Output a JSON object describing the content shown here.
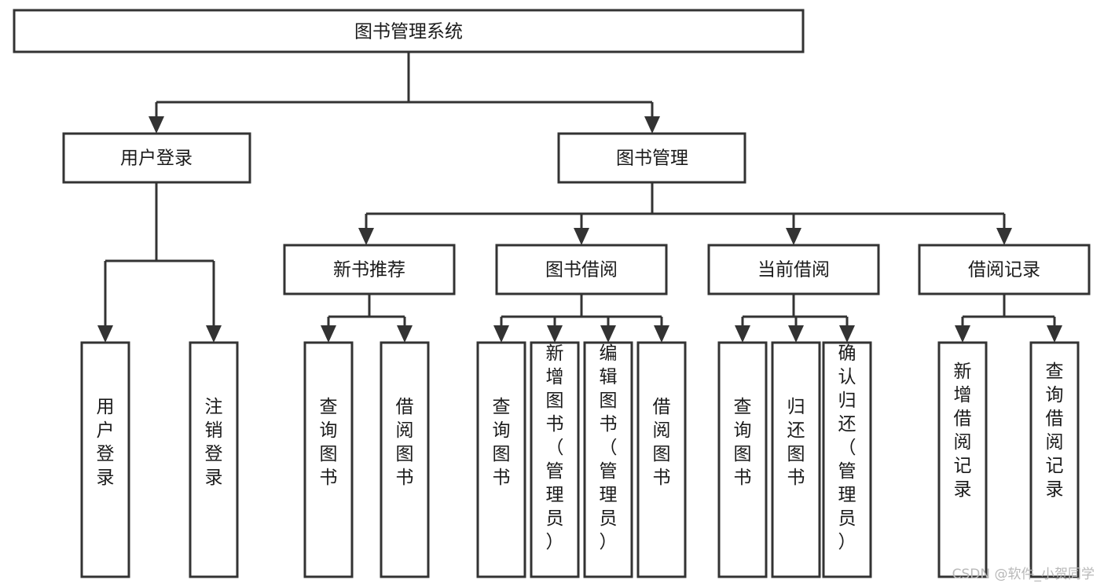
{
  "diagram": {
    "type": "tree",
    "title": "图书管理系统",
    "orientation": "top-down",
    "colors": {
      "box_fill": "#ffffff",
      "box_stroke": "#333333",
      "text": "#1a1a1a",
      "background": "#ffffff",
      "watermark": "#b8b8b8"
    },
    "root": {
      "label": "图书管理系统"
    },
    "level2": [
      {
        "label": "用户登录"
      },
      {
        "label": "图书管理"
      }
    ],
    "level3": [
      {
        "label": "新书推荐"
      },
      {
        "label": "图书借阅"
      },
      {
        "label": "当前借阅"
      },
      {
        "label": "借阅记录"
      }
    ],
    "leaves": {
      "user_login": [
        {
          "label": "用户登录"
        },
        {
          "label": "注销登录"
        }
      ],
      "new_book_recommend": [
        {
          "label": "查询图书"
        },
        {
          "label": "借阅图书"
        }
      ],
      "book_borrow": [
        {
          "label": "查询图书"
        },
        {
          "label": "新增图书（管理员）"
        },
        {
          "label": "编辑图书（管理员）"
        },
        {
          "label": "借阅图书"
        }
      ],
      "current_borrow": [
        {
          "label": "查询图书"
        },
        {
          "label": "归还图书"
        },
        {
          "label": "确认归还（管理员）"
        }
      ],
      "borrow_record": [
        {
          "label": "新增借阅记录"
        },
        {
          "label": "查询借阅记录"
        }
      ]
    }
  },
  "watermark": {
    "text": "CSDN @软件_小贺同学"
  }
}
